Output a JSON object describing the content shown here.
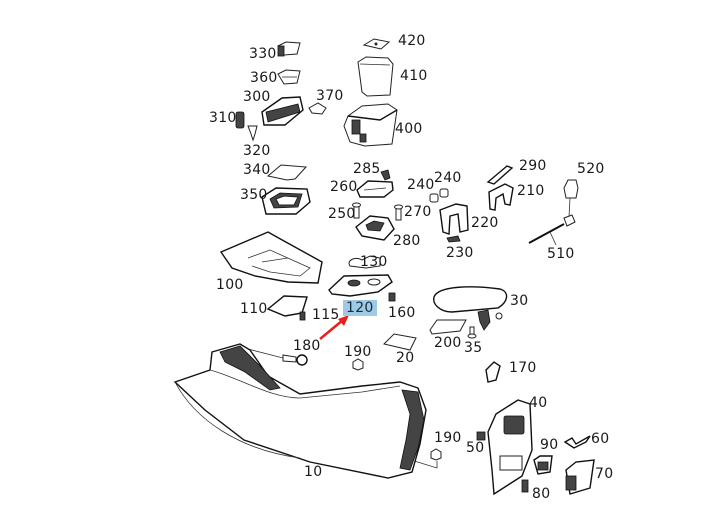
{
  "diagram": {
    "title": "Center console exploded parts diagram",
    "highlight_color": "#9ecae6",
    "arrow_color": "#e8201c",
    "highlighted_part": "120",
    "arrow_from_part": "180",
    "labels": {
      "p10": "10",
      "p20": "20",
      "p30": "30",
      "p35": "35",
      "p40": "40",
      "p50": "50",
      "p60": "60",
      "p70": "70",
      "p80": "80",
      "p90": "90",
      "p100": "100",
      "p110": "110",
      "p115": "115",
      "p120": "120",
      "p130": "130",
      "p160": "160",
      "p170": "170",
      "p180": "180",
      "p190a": "190",
      "p190b": "190",
      "p200": "200",
      "p210": "210",
      "p220": "220",
      "p230": "230",
      "p240a": "240",
      "p240b": "240",
      "p250": "250",
      "p260": "260",
      "p270": "270",
      "p280": "280",
      "p285": "285",
      "p290": "290",
      "p300": "300",
      "p310": "310",
      "p320": "320",
      "p330": "330",
      "p340": "340",
      "p350": "350",
      "p360": "360",
      "p370": "370",
      "p400": "400",
      "p410": "410",
      "p420": "420",
      "p510": "510",
      "p520": "520"
    }
  }
}
